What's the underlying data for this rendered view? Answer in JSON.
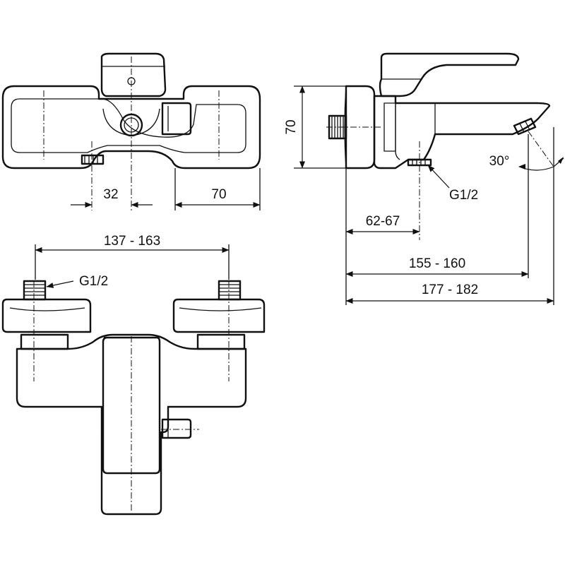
{
  "dimensions": {
    "top_spout_offset": "32",
    "top_wall_clearance": "70",
    "side_height": "70",
    "side_angle": "30°",
    "side_thread": "G1/2",
    "side_inlet_offset": "62-67",
    "side_spout_reach": "155 - 160",
    "side_total_depth": "177 - 182",
    "front_centers": "137 - 163",
    "front_thread": "G1/2"
  }
}
